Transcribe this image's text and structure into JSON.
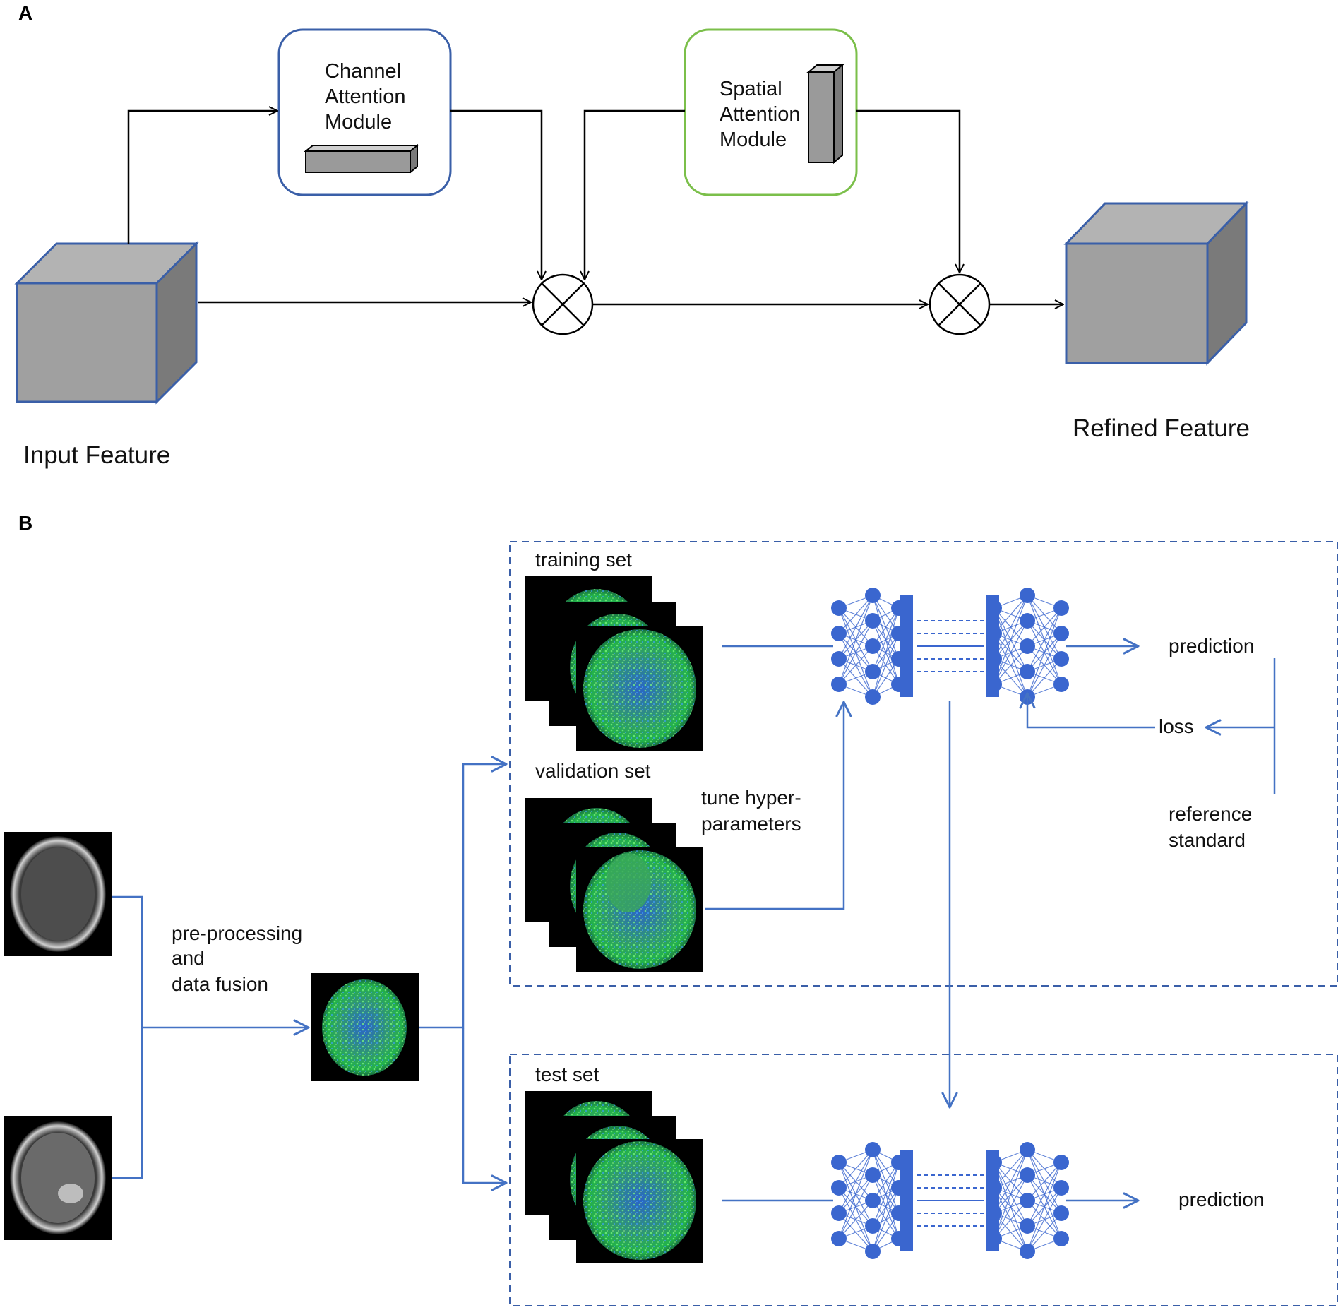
{
  "panel_a": {
    "label": "A",
    "channel_module": [
      "Channel",
      "Attention",
      "Module"
    ],
    "spatial_module": [
      "Spatial",
      "Attention",
      "Module"
    ],
    "input_label": "Input Feature",
    "output_label": "Refined Feature"
  },
  "panel_b": {
    "label": "B",
    "preprocess": [
      "pre-processing",
      "and",
      "data fusion"
    ],
    "training_label": "training set",
    "validation_label": "validation set",
    "tune": [
      "tune hyper-",
      "parameters"
    ],
    "prediction_top": "prediction",
    "loss": "loss",
    "reference": [
      "reference",
      "standard"
    ],
    "test_label": "test set",
    "prediction_bottom": "prediction"
  },
  "colors": {
    "blue_flow": "#4472c4",
    "net_blue": "#3a66cf",
    "cube_fill": "#a0a0a0",
    "cube_edge": "#3a5fa8",
    "channel_box": "#3a5fa8",
    "spatial_box": "#7bbf4a"
  }
}
